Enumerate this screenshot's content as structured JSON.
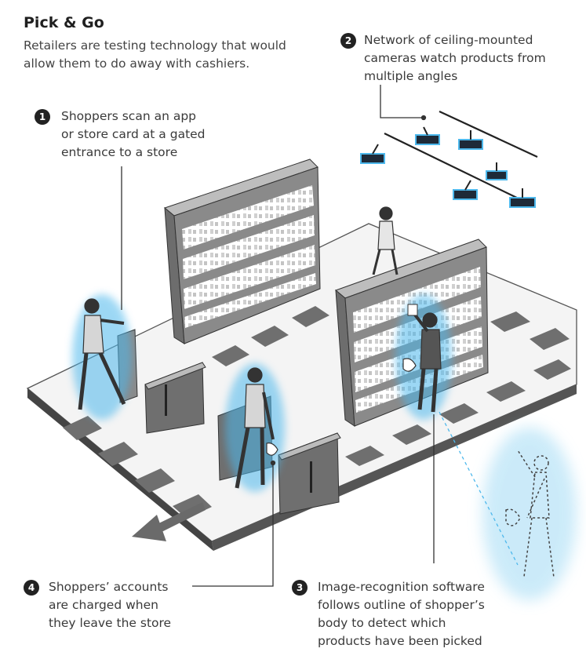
{
  "title": "Pick & Go",
  "subtitle": [
    "Retailers are testing technology that would",
    "allow them to do away with cashiers."
  ],
  "callouts": [
    {
      "number": "1",
      "lines": [
        "Shoppers scan an app",
        "or store card at a gated",
        "entrance to a store"
      ]
    },
    {
      "number": "2",
      "lines": [
        "Network of ceiling-mounted",
        "cameras watch products from",
        "multiple angles"
      ]
    },
    {
      "number": "3",
      "lines": [
        "Image-recognition software",
        "follows outline of shopper’s",
        "body to detect which",
        "products have been picked"
      ]
    },
    {
      "number": "4",
      "lines": [
        "Shoppers’ accounts",
        "are charged when",
        "they leave the store"
      ]
    }
  ],
  "colors": {
    "highlight": "#4db8ec",
    "ink": "#1f1f1f",
    "floor": "#f4f4f4",
    "shelf": "#8a8a8a"
  },
  "icons": [
    "camera-icon",
    "shopper-figure",
    "store-shelf",
    "entry-gate",
    "exit-arrow"
  ]
}
